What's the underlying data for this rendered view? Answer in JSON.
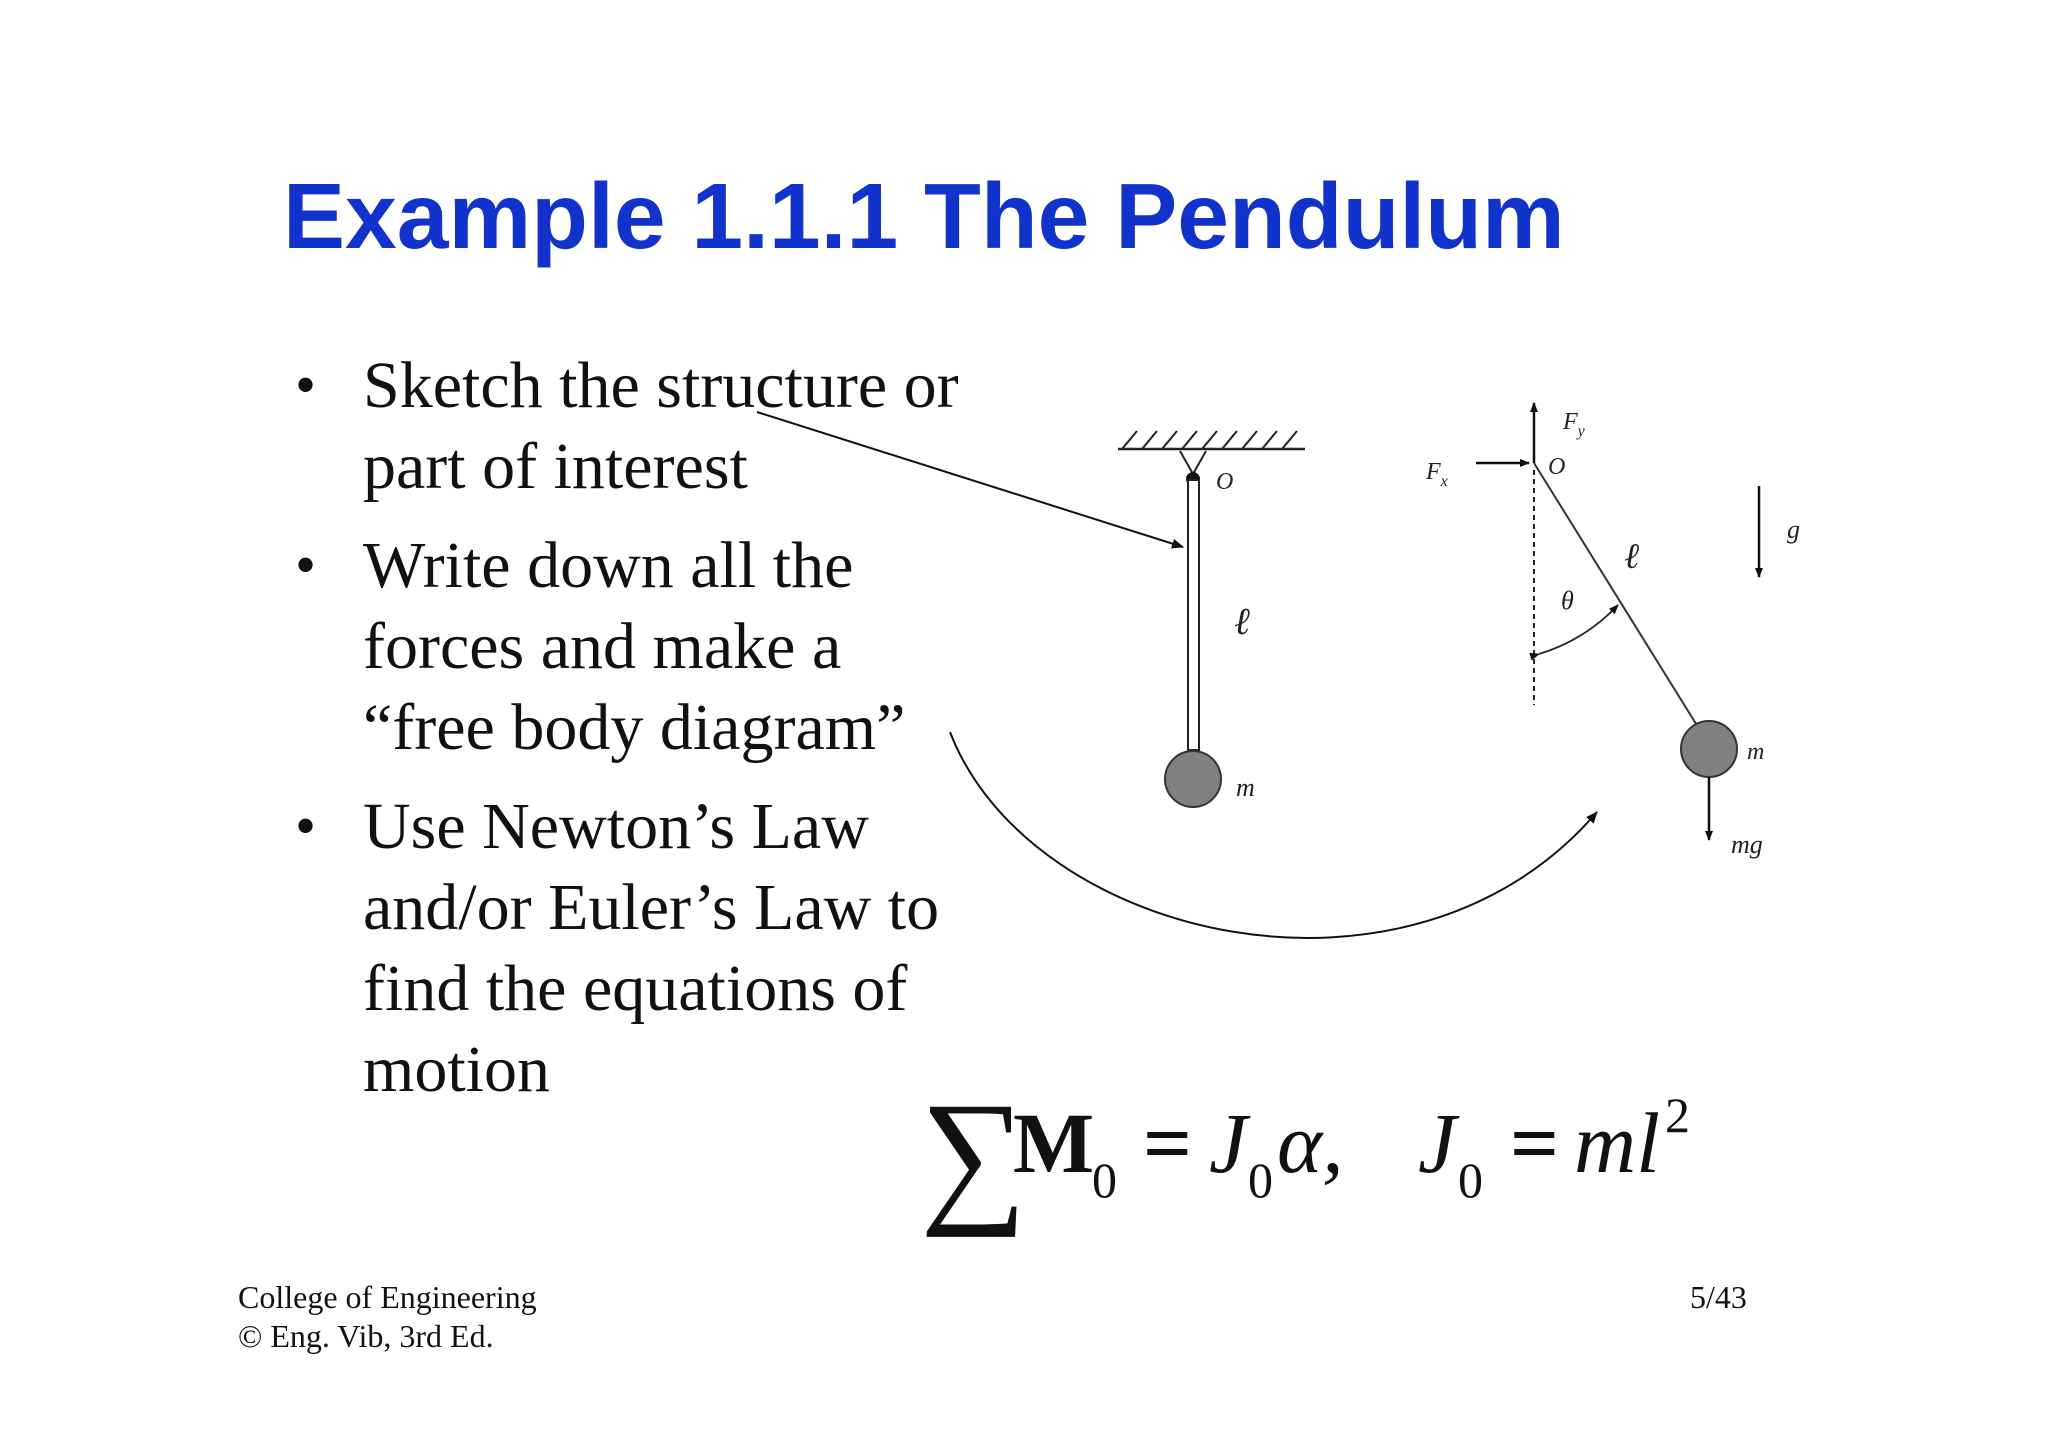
{
  "slide": {
    "title": "Example 1.1.1 The Pendulum",
    "bullets": [
      {
        "lines": [
          "Sketch the structure or",
          "part of interest"
        ]
      },
      {
        "lines": [
          "Write down all the",
          "forces and make a",
          "“free body diagram”"
        ]
      },
      {
        "lines": [
          "Use Newton’s Law",
          "and/or Euler’s Law to",
          "find the equations of",
          "motion"
        ]
      }
    ],
    "bullet_symbol": "•"
  },
  "diagram": {
    "labels": {
      "pivot": "O",
      "length": "ℓ",
      "mass": "m",
      "force_x": "F",
      "force_x_sub": "x",
      "force_y": "F",
      "force_y_sub": "y",
      "pivot_fbd": "O",
      "length_fbd": "ℓ",
      "angle": "θ",
      "gravity": "g",
      "mass_fbd": "m",
      "weight": "mg"
    },
    "colors": {
      "bob": "#808080",
      "line": "#222222"
    }
  },
  "equation": {
    "sigma": "∑",
    "moment": "M",
    "sub1": "0",
    "equals1": "=",
    "J1": "J",
    "sub2": "0",
    "alpha_comma": "α,",
    "J2": "J",
    "sub3": "0",
    "equals2": "=",
    "rhs": "ml",
    "exponent": "2"
  },
  "footer": {
    "line1": "College of Engineering",
    "line2": "© Eng. Vib, 3rd Ed.",
    "page": "5/43"
  }
}
